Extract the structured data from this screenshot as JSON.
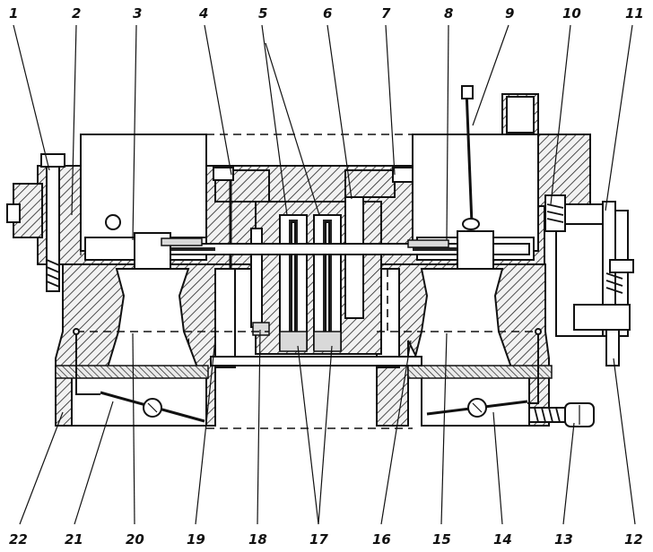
{
  "diagram": {
    "kind": "carburettor cross-section",
    "top_labels": [
      "1",
      "2",
      "3",
      "4",
      "5",
      "6",
      "7",
      "8",
      "9",
      "10",
      "11"
    ],
    "bottom_labels": [
      "22",
      "21",
      "20",
      "19",
      "18",
      "17",
      "16",
      "15",
      "14",
      "13",
      "12"
    ]
  },
  "colors": {
    "ink": "#111111",
    "background": "#ffffff",
    "casting_fill": "#cfcfcf"
  }
}
